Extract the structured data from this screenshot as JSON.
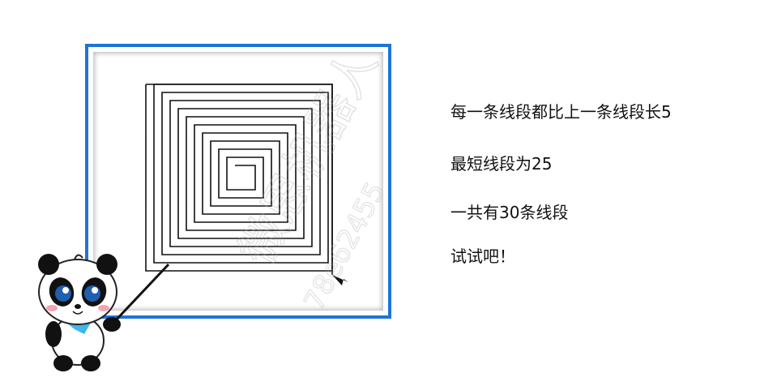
{
  "slide": {
    "description_lines": [
      "每一条线段都比上一条线段长5",
      "最短线段为25",
      "一共有30条线段",
      "试试吧！"
    ]
  },
  "spiral": {
    "segment_count": 30,
    "shortest_length": 25,
    "increment": 5,
    "line_color": "#111111"
  },
  "frame": {
    "border_color": "#1e74d6"
  },
  "watermark": {
    "text": "微思机器人",
    "number": "78e62455"
  },
  "icons": {
    "turtle": "turtle-arrow-icon",
    "mascot": "panda-mascot"
  }
}
